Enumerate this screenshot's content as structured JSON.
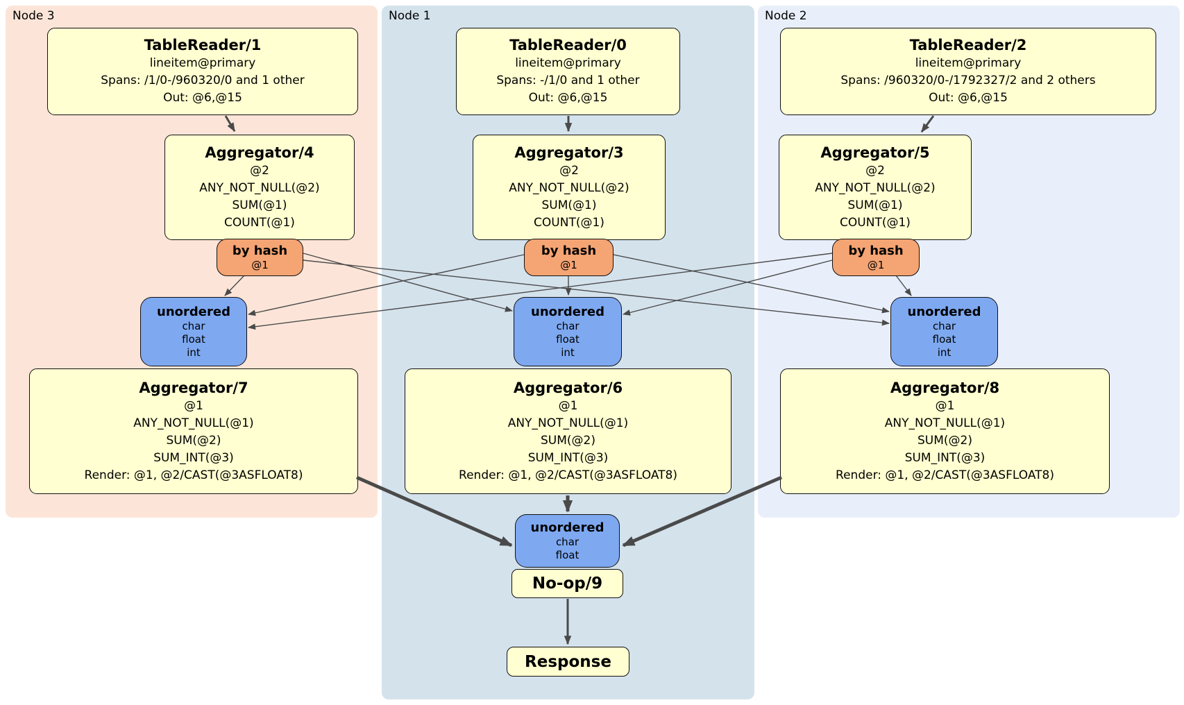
{
  "panels": {
    "node3": {
      "label": "Node 3"
    },
    "node1": {
      "label": "Node 1"
    },
    "node2": {
      "label": "Node 2"
    }
  },
  "processors": {
    "tablereader1": {
      "title": "TableReader/1",
      "lines": [
        "lineitem@primary",
        "Spans: /1/0-/960320/0 and 1 other",
        "Out: @6,@15"
      ]
    },
    "tablereader0": {
      "title": "TableReader/0",
      "lines": [
        "lineitem@primary",
        "Spans: -/1/0 and 1 other",
        "Out: @6,@15"
      ]
    },
    "tablereader2": {
      "title": "TableReader/2",
      "lines": [
        "lineitem@primary",
        "Spans: /960320/0-/1792327/2 and 2 others",
        "Out: @6,@15"
      ]
    },
    "aggregator4": {
      "title": "Aggregator/4",
      "lines": [
        "@2",
        "ANY_NOT_NULL(@2)",
        "SUM(@1)",
        "COUNT(@1)"
      ]
    },
    "aggregator3": {
      "title": "Aggregator/3",
      "lines": [
        "@2",
        "ANY_NOT_NULL(@2)",
        "SUM(@1)",
        "COUNT(@1)"
      ]
    },
    "aggregator5": {
      "title": "Aggregator/5",
      "lines": [
        "@2",
        "ANY_NOT_NULL(@2)",
        "SUM(@1)",
        "COUNT(@1)"
      ]
    },
    "aggregator7": {
      "title": "Aggregator/7",
      "lines": [
        "@1",
        "ANY_NOT_NULL(@1)",
        "SUM(@2)",
        "SUM_INT(@3)",
        "Render: @1, @2/CAST(@3ASFLOAT8)"
      ]
    },
    "aggregator6": {
      "title": "Aggregator/6",
      "lines": [
        "@1",
        "ANY_NOT_NULL(@1)",
        "SUM(@2)",
        "SUM_INT(@3)",
        "Render: @1, @2/CAST(@3ASFLOAT8)"
      ]
    },
    "aggregator8": {
      "title": "Aggregator/8",
      "lines": [
        "@1",
        "ANY_NOT_NULL(@1)",
        "SUM(@2)",
        "SUM_INT(@3)",
        "Render: @1, @2/CAST(@3ASFLOAT8)"
      ]
    },
    "noop9": {
      "title": "No-op/9"
    },
    "response": {
      "title": "Response"
    }
  },
  "routers": {
    "byhash3": {
      "title": "by hash",
      "key": "@1"
    },
    "byhash1": {
      "title": "by hash",
      "key": "@1"
    },
    "byhash2": {
      "title": "by hash",
      "key": "@1"
    }
  },
  "syncs": {
    "unordered3": {
      "title": "unordered",
      "columns": [
        "char",
        "float",
        "int"
      ]
    },
    "unordered1": {
      "title": "unordered",
      "columns": [
        "char",
        "float",
        "int"
      ]
    },
    "unordered2": {
      "title": "unordered",
      "columns": [
        "char",
        "float",
        "int"
      ]
    },
    "unordered_final": {
      "title": "unordered",
      "columns": [
        "char",
        "float"
      ]
    }
  },
  "colors": {
    "node3_bg": "#fce5d8",
    "node1_bg": "#d4e2ec",
    "node2_bg": "#e9effa",
    "processor_fill": "#ffffd1",
    "router_fill": "#f5a473",
    "sync_fill": "#7ea9f1",
    "edge": "#4a4a4a"
  }
}
